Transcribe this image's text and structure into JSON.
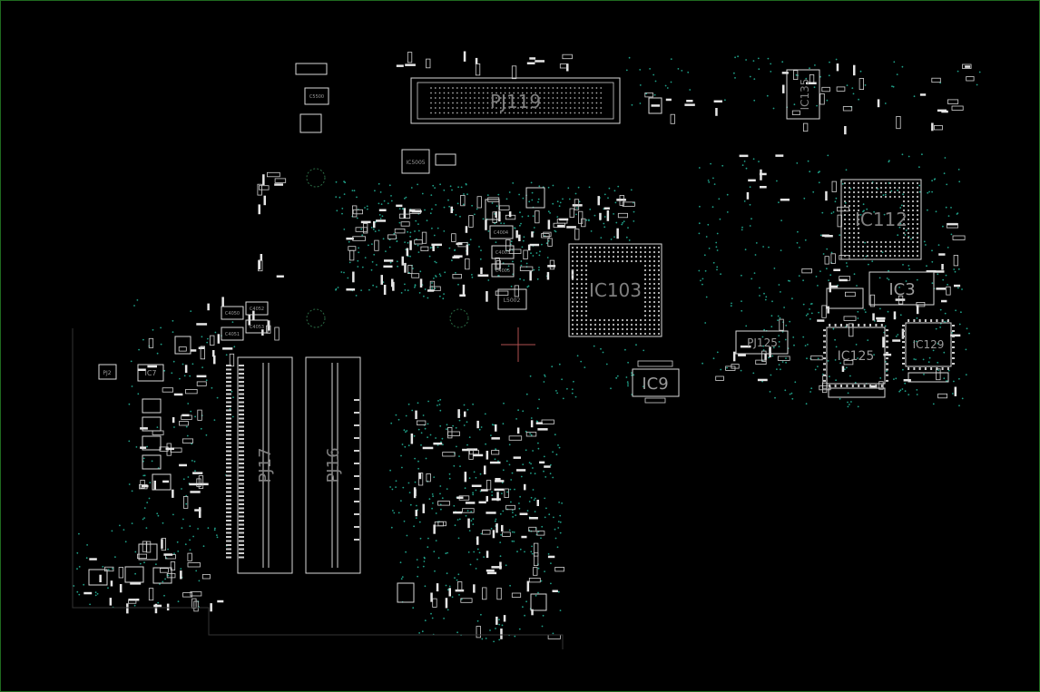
{
  "board": {
    "background_color": "#000000",
    "outline_color": "#1f6a1f",
    "component_color": "#d8d8d8",
    "via_color": "#1fa088",
    "label_color": "#7f7f7f",
    "cursor_color": "#b05050"
  },
  "labels": {
    "pj119": "PJ119",
    "ic135": "IC135",
    "ic112": "IC112",
    "ic103": "IC103",
    "ic3": "IC3",
    "pj125": "PJ125",
    "ic125": "IC125",
    "ic129": "IC129",
    "ic9": "IC9",
    "pj17": "PJ17",
    "pj16": "PJ16",
    "pj2": "PJ2",
    "ic7": "IC7",
    "ic5005": "IC5005",
    "l5002": "L5002",
    "c5500": "C5500",
    "c4004": "C4004",
    "c4003": "C4003",
    "c4005": "C4005",
    "c4052": "C4052",
    "c4050": "C4050",
    "c4051": "C4051",
    "c4053": "C4053"
  }
}
